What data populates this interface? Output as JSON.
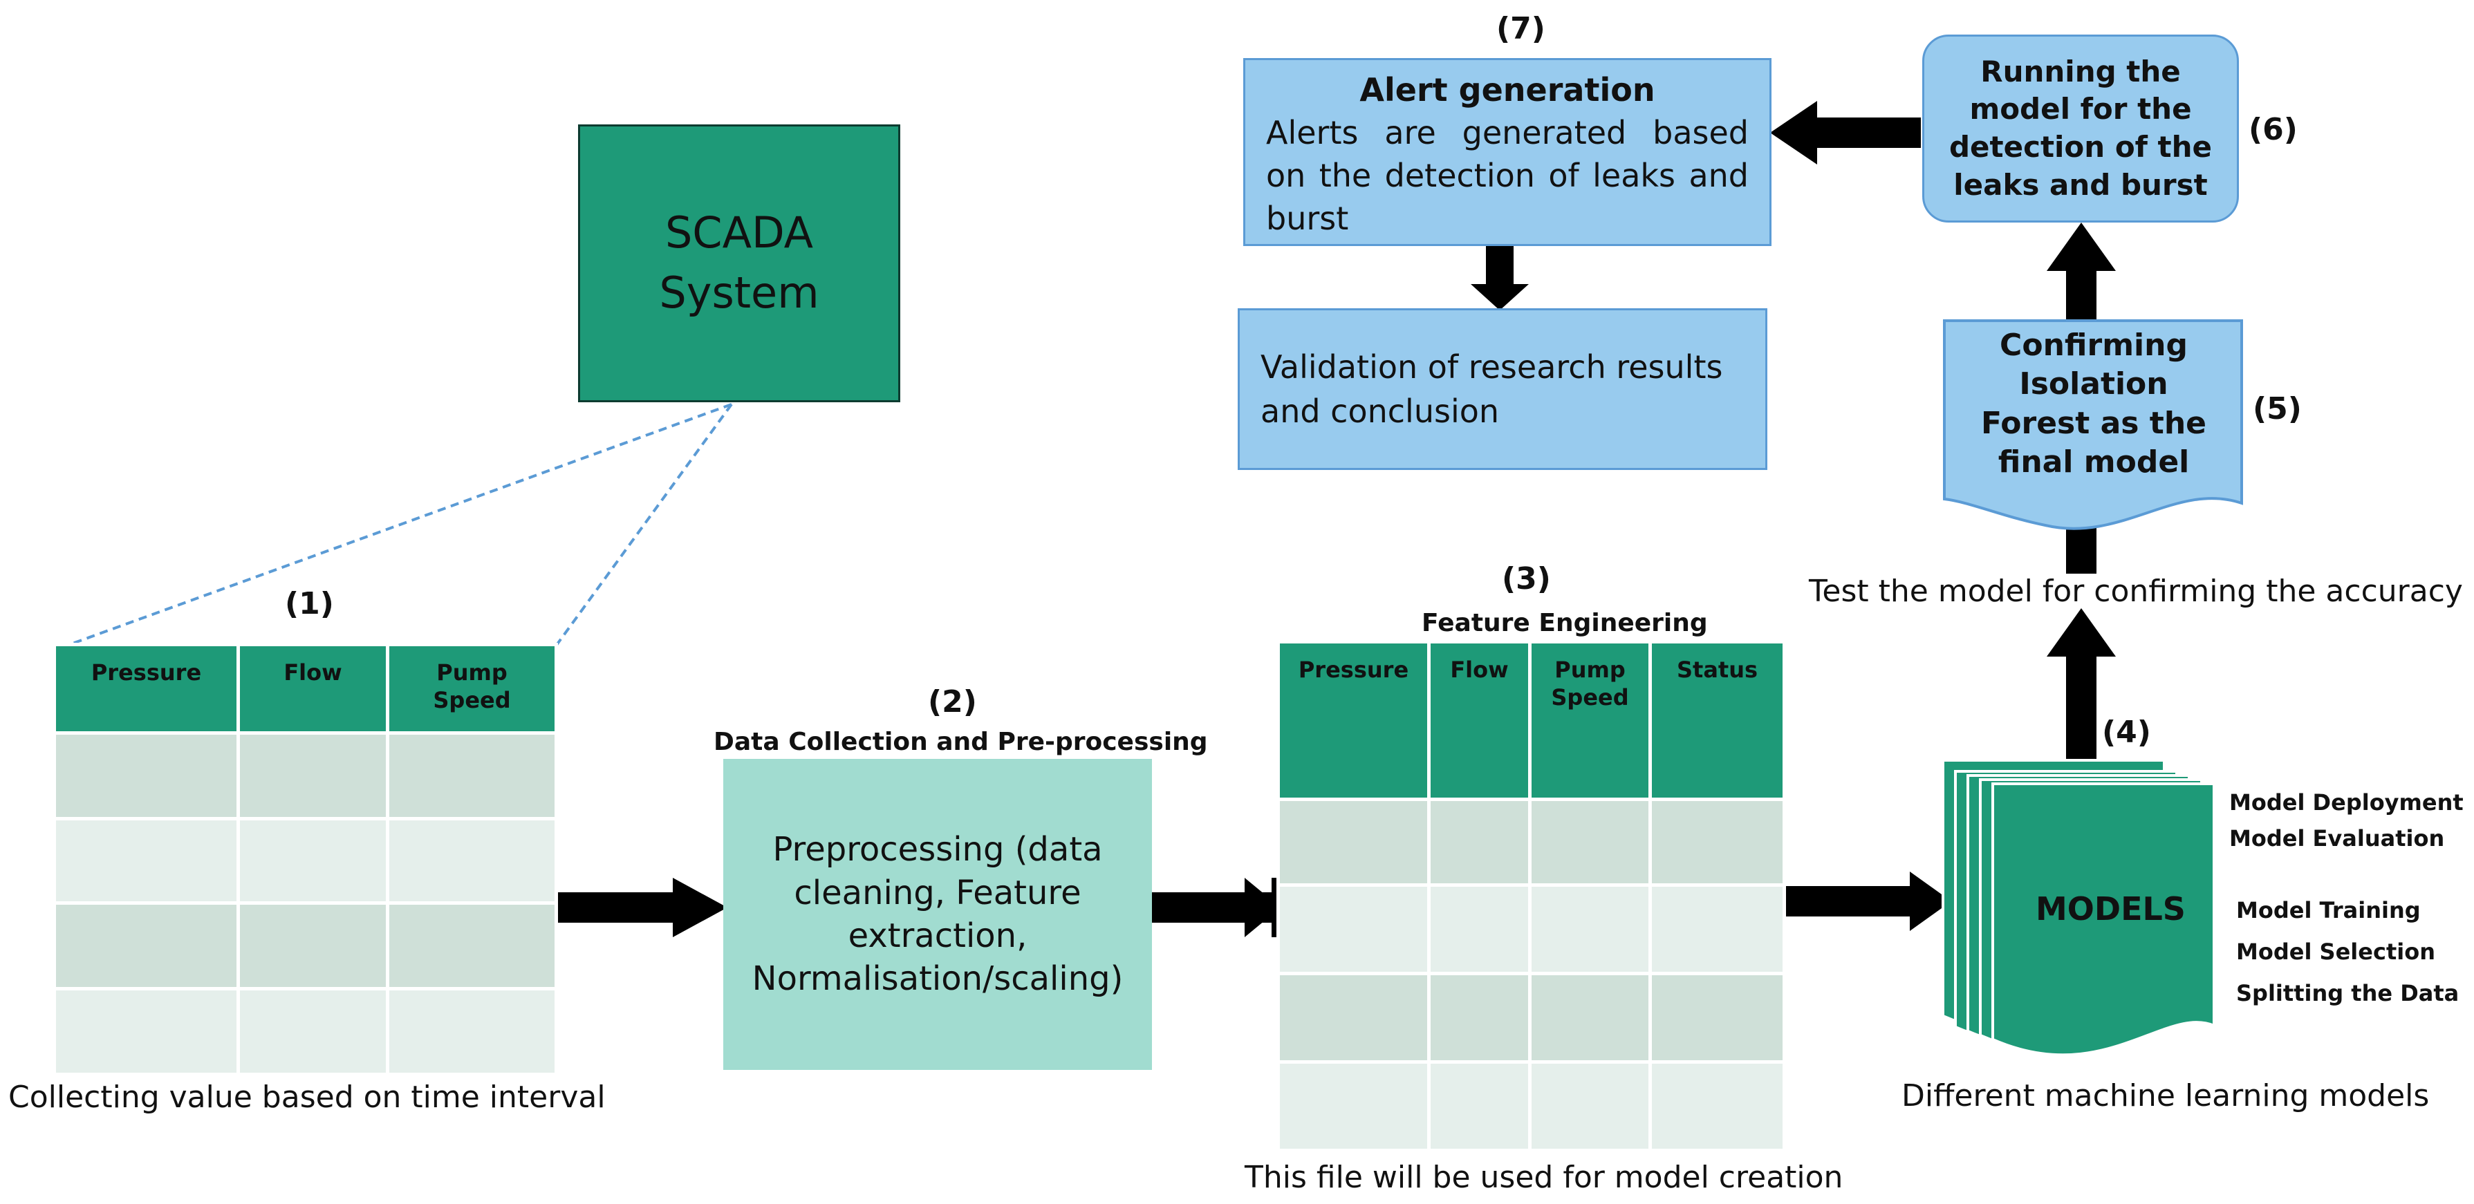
{
  "scada": {
    "line1": "SCADA",
    "line2": "System"
  },
  "table1": {
    "step": "(1)",
    "headers": [
      "Pressure",
      "Flow",
      "Pump Speed"
    ],
    "caption": "Collecting value based on time interval"
  },
  "step2": {
    "step": "(2)",
    "title": "Data Collection and Pre-processing",
    "text": "Preprocessing (data cleaning, Feature extraction, Normalisation/scaling)"
  },
  "table3": {
    "step": "(3)",
    "title": "Feature Engineering",
    "headers": [
      "Pressure",
      "Flow",
      "Pump Speed",
      "Status"
    ],
    "caption": "This file will be used for model creation"
  },
  "models": {
    "step": "(4)",
    "label": "MODELS",
    "items": [
      "Model Deployment",
      "Model Evaluation",
      "Model Training",
      "Model Selection",
      "Splitting the Data"
    ],
    "caption": "Different machine learning models"
  },
  "step5": {
    "step": "(5)",
    "text": "Confirming Isolation Forest as the final model",
    "caption": "Test the model for confirming the accuracy"
  },
  "step6": {
    "step": "(6)",
    "text": "Running the model for the detection of the leaks and burst"
  },
  "step7": {
    "step": "(7)",
    "title": "Alert generation",
    "text": "Alerts are generated based on the detection of leaks and burst"
  },
  "validation": {
    "text": "Validation of research results and conclusion"
  },
  "colors": {
    "teal_dark": "#1e9a78",
    "teal_light": "#a1dcd0",
    "blue": "#98cbee",
    "row_dark": "#cfe0d8",
    "row_light": "#e5efeb"
  }
}
